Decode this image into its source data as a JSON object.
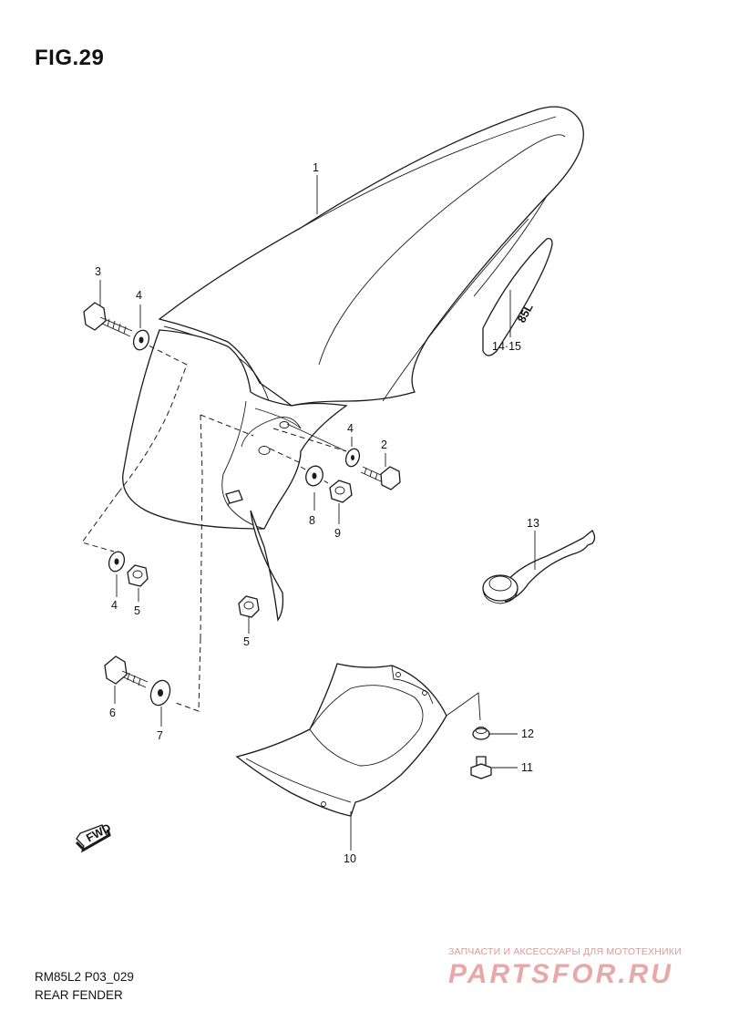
{
  "figure": {
    "title": "FIG.29"
  },
  "callouts": {
    "c1": "1",
    "c2": "2",
    "c3": "3",
    "c4a": "4",
    "c4b": "4",
    "c4c": "4",
    "c5a": "5",
    "c5b": "5",
    "c6": "6",
    "c7": "7",
    "c8": "8",
    "c9": "9",
    "c10": "10",
    "c11": "11",
    "c12": "12",
    "c13": "13",
    "c1415": "14·15"
  },
  "fwd_label": "FWD",
  "decal_text": "85L",
  "footer": {
    "code": "RM85L2 P03_029",
    "name": "REAR FENDER"
  },
  "watermark": {
    "caption": "ЗАПЧАСТИ И АКСЕССУАРЫ ДЛЯ МОТОТЕХНИКИ",
    "logo": "PARTSFOR.RU"
  }
}
